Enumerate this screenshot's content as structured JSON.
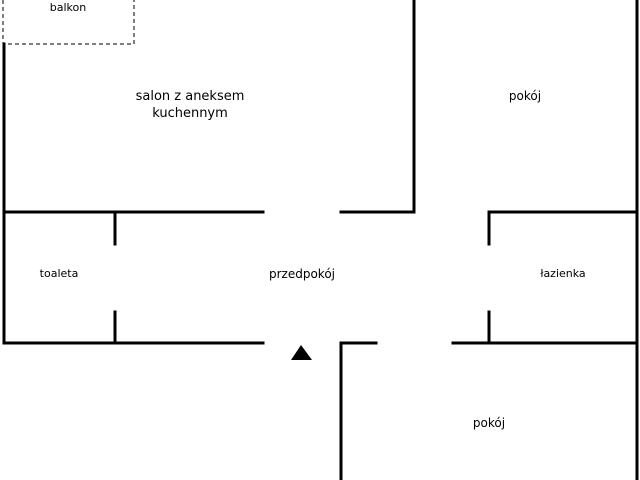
{
  "rooms": {
    "balkon": "balkon",
    "salon_line1": "salon z aneksem",
    "salon_line2": "kuchennym",
    "pokoj_top": "pokój",
    "toaleta": "toaleta",
    "przedpokoj": "przedpokój",
    "lazienka": "łazienka",
    "pokoj_bottom": "pokój"
  },
  "colors": {
    "wall": "#000000",
    "background": "#ffffff"
  },
  "icons": {
    "entrance": "triangle-up-icon"
  }
}
